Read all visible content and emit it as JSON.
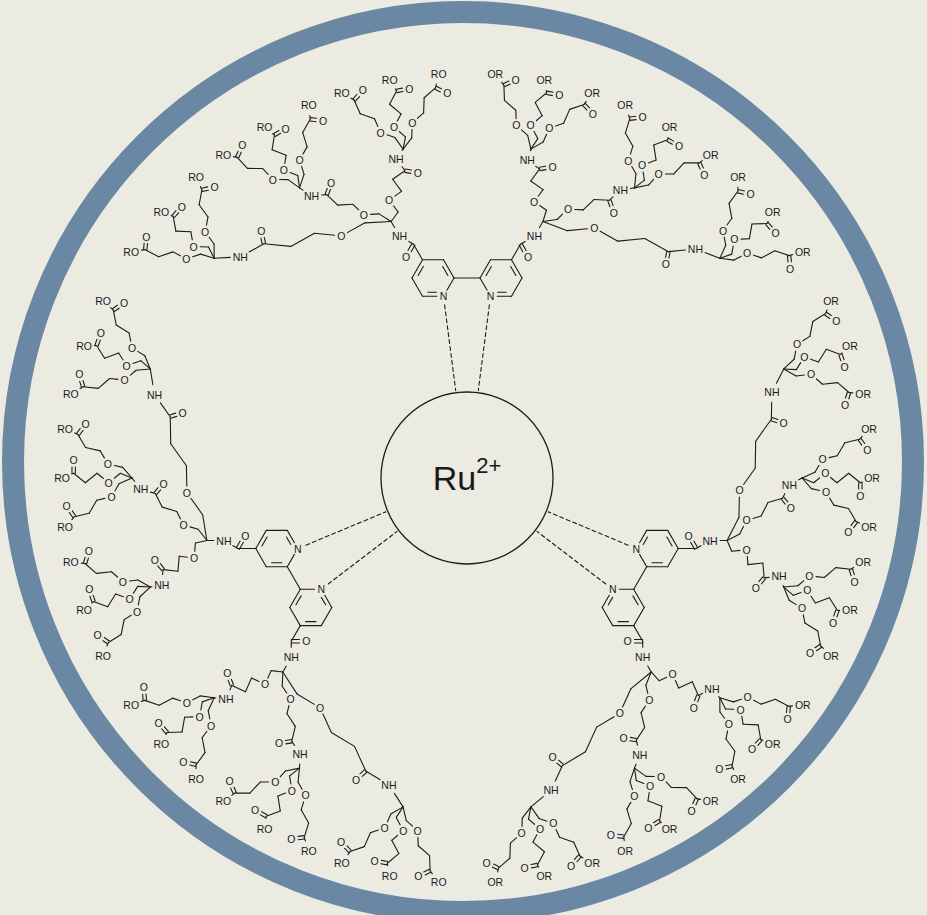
{
  "diagram": {
    "nodes": [
      {
        "text": [
          "Ru",
          "2+"
        ]
      }
    ],
    "labels": [
      "N",
      "N",
      "O",
      "NH",
      "O",
      "O",
      "NH",
      "O",
      "O",
      "RO",
      "O",
      "O",
      "RO",
      "O",
      "O",
      "RO",
      "O",
      "O",
      "NH",
      "O",
      "O",
      "RO",
      "O",
      "O",
      "RO",
      "O",
      "O",
      "RO",
      "O",
      "O",
      "NH",
      "O",
      "O",
      "RO",
      "O",
      "O",
      "RO",
      "O",
      "O",
      "RO",
      "O",
      "NH",
      "O",
      "O",
      "NH",
      "O",
      "O",
      "OR",
      "O",
      "O",
      "OR",
      "O",
      "O",
      "OR",
      "O",
      "O",
      "NH",
      "O",
      "O",
      "OR",
      "O",
      "O",
      "OR",
      "O",
      "O",
      "OR",
      "O",
      "O",
      "NH",
      "O",
      "O",
      "OR",
      "O",
      "O",
      "OR",
      "O",
      "O",
      "OR",
      "N",
      "N",
      "O",
      "NH",
      "O",
      "O",
      "NH",
      "O",
      "O",
      "RO",
      "O",
      "O",
      "RO",
      "O",
      "O",
      "RO",
      "O",
      "O",
      "NH",
      "O",
      "O",
      "RO",
      "O",
      "O",
      "RO",
      "O",
      "O",
      "RO",
      "O",
      "O",
      "NH",
      "O",
      "O",
      "RO",
      "O",
      "O",
      "RO",
      "O",
      "O",
      "RO",
      "O",
      "NH",
      "O",
      "O",
      "NH",
      "O",
      "O",
      "RO",
      "O",
      "O",
      "RO",
      "O",
      "O",
      "RO",
      "O",
      "O",
      "NH",
      "O",
      "O",
      "RO",
      "O",
      "O",
      "RO",
      "O",
      "O",
      "RO",
      "O",
      "O",
      "NH",
      "O",
      "O",
      "RO",
      "O",
      "O",
      "RO",
      "O",
      "O",
      "RO",
      "N",
      "N",
      "O",
      "NH",
      "O",
      "O",
      "NH",
      "O",
      "O",
      "OR",
      "O",
      "O",
      "OR",
      "O",
      "O",
      "OR",
      "O",
      "O",
      "NH",
      "O",
      "O",
      "OR",
      "O",
      "O",
      "OR",
      "O",
      "O",
      "OR",
      "O",
      "O",
      "NH",
      "O",
      "O",
      "OR",
      "O",
      "O",
      "OR",
      "O",
      "O",
      "OR",
      "O",
      "NH",
      "O",
      "O",
      "NH",
      "O",
      "O",
      "OR",
      "O",
      "O",
      "OR",
      "O",
      "O",
      "OR",
      "O",
      "O",
      "NH",
      "O",
      "O",
      "OR",
      "O",
      "O",
      "OR",
      "O",
      "O",
      "OR",
      "O",
      "O",
      "NH",
      "O",
      "O",
      "OR",
      "O",
      "O",
      "OR",
      "O",
      "O",
      "OR"
    ]
  }
}
